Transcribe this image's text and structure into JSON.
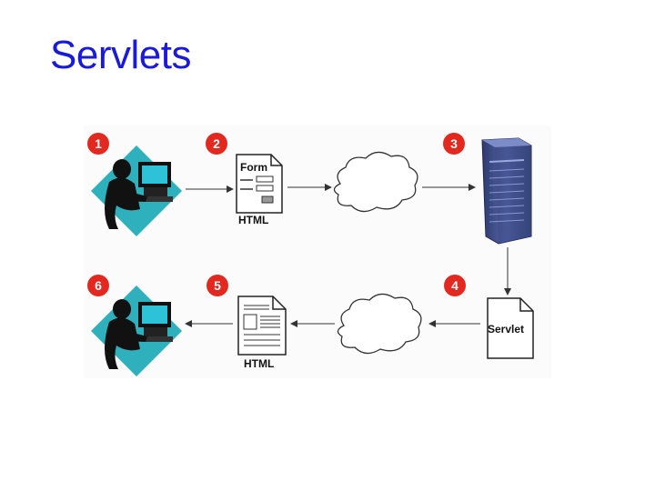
{
  "title": "Servlets",
  "diagram": {
    "steps": [
      "1",
      "2",
      "3",
      "4",
      "5",
      "6"
    ],
    "form_doc": {
      "heading": "Form",
      "caption": "HTML"
    },
    "servlet_doc": {
      "label": "Servlet"
    },
    "html_doc": {
      "caption": "HTML"
    }
  },
  "colors": {
    "title": "#1a1adc",
    "badge": "#e2281f",
    "server": "#3f4f86",
    "monitor_screen": "#2ec2d8",
    "user_tile": "#2fb0bd"
  }
}
